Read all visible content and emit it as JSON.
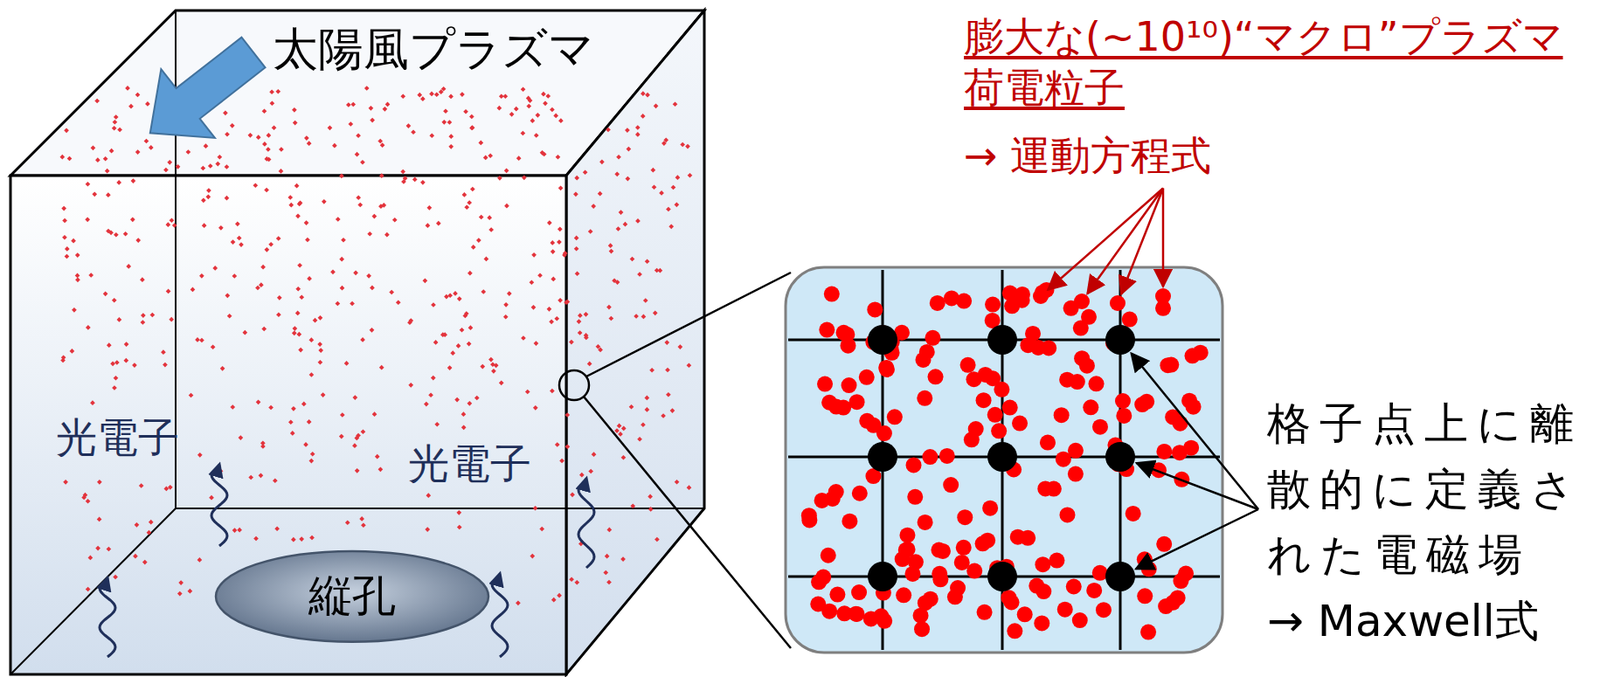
{
  "diagram": {
    "nodes": [
      {
        "text": [
          "縦孔"
        ]
      }
    ],
    "labels": [
      "太陽風プラズマ",
      "膨大な(~10¹⁰)“マクロ”プラズマ荷電粒子",
      "→ 運動方程式",
      "光電子",
      "光電子",
      "格子点上に離散的に定義された電磁場",
      "→ Maxwell式"
    ]
  }
}
